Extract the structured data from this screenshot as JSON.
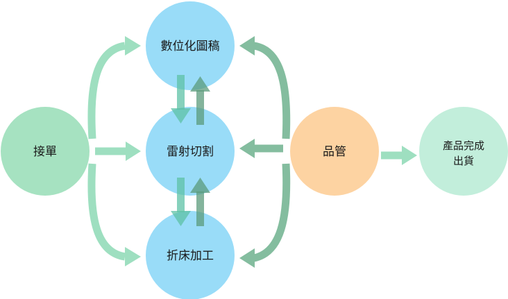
{
  "nodes": {
    "order": {
      "label": "接單"
    },
    "cad": {
      "label": "數位化圖稿"
    },
    "laser": {
      "label": "雷射切割"
    },
    "bending": {
      "label": "折床加工"
    },
    "qc": {
      "label": "品管"
    },
    "shipping": {
      "label_line1": "產品完成",
      "label_line2": "出貨"
    }
  },
  "colors": {
    "green_node": "#a6e2c1",
    "blue_node": "#99dcf8",
    "orange_node": "#fdd3a2",
    "light_green_node": "#c2eedb",
    "light_arrow": "#9edfc0",
    "dark_arrow": "#84bd9f",
    "teal_arrow": "#5dc2a5"
  }
}
